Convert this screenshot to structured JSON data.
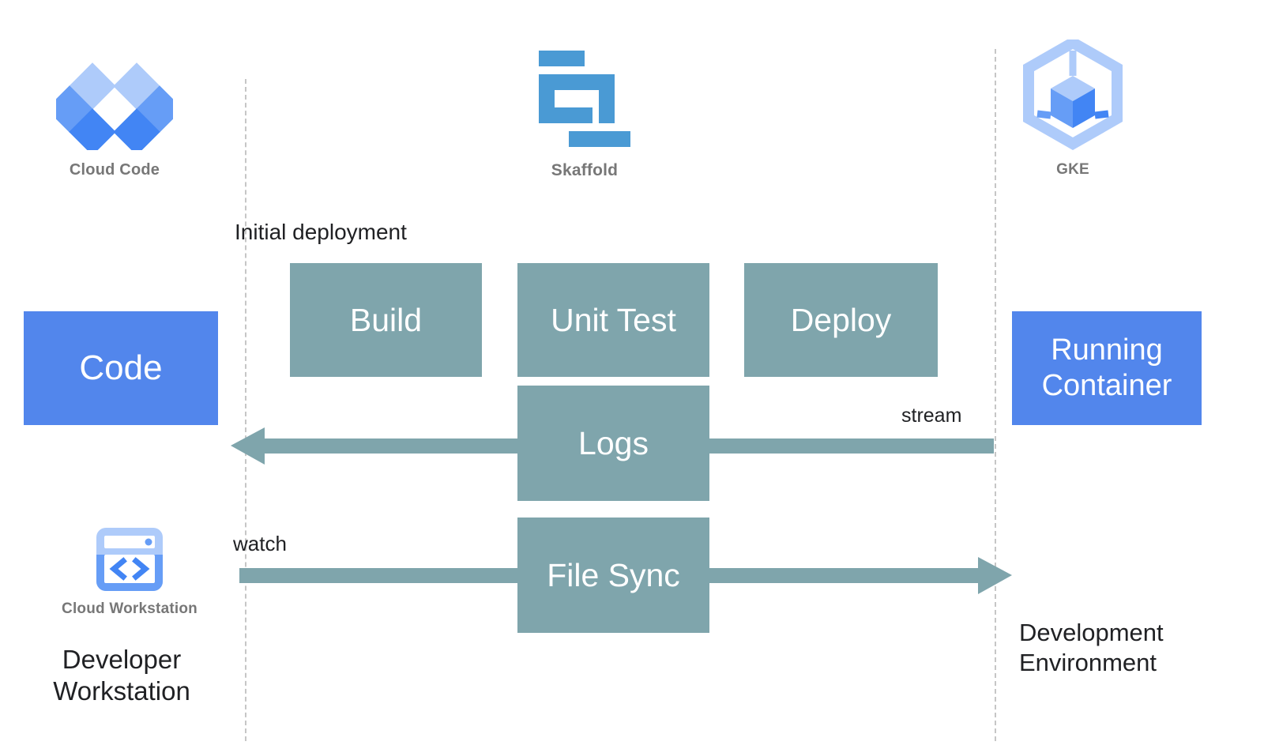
{
  "diagram": {
    "title": "Cloud Code / Skaffold / GKE development loop",
    "colors": {
      "blue_box": "#5286EC",
      "teal_box": "#7FA5AC",
      "arrow": "#7FA5AC",
      "dashed_boundary": "#c6c6c6",
      "caption_gray": "#777777",
      "label_text": "#202124",
      "logo_blue_dark": "#4285F4",
      "logo_blue_mid": "#669DF6",
      "logo_blue_light": "#AECBFA",
      "skaffold_blue": "#4A9AD4"
    }
  },
  "logos": [
    {
      "id": "cloud-code",
      "icon": "cloud-code-icon",
      "caption": "Cloud Code"
    },
    {
      "id": "skaffold",
      "icon": "skaffold-icon",
      "caption": "Skaffold"
    },
    {
      "id": "gke",
      "icon": "gke-icon",
      "caption": "GKE"
    },
    {
      "id": "cloud-workstation",
      "icon": "cloud-workstation-icon",
      "caption": "Cloud Workstation"
    }
  ],
  "boxes": {
    "code": "Code",
    "build": "Build",
    "unit_test": "Unit Test",
    "deploy": "Deploy",
    "logs": "Logs",
    "file_sync": "File Sync",
    "running_container_line1": "Running",
    "running_container_line2": "Container"
  },
  "labels": {
    "initial_deployment": "Initial deployment",
    "stream": "stream",
    "watch": "watch",
    "developer_workstation_line1": "Developer",
    "developer_workstation_line2": "Workstation",
    "development_environment_line1": "Development",
    "development_environment_line2": "Environment"
  },
  "arrows": [
    {
      "id": "logs-arrow",
      "direction": "left",
      "label": "stream",
      "from": "Running Container",
      "to": "Code",
      "passes_through": "Logs"
    },
    {
      "id": "file-sync-arrow",
      "direction": "right",
      "label": "watch",
      "from": "Developer Workstation",
      "to": "Development Environment",
      "passes_through": "File Sync"
    }
  ],
  "boundaries": [
    {
      "id": "boundary-left",
      "kind": "dashed-vertical"
    },
    {
      "id": "boundary-right",
      "kind": "dashed-vertical"
    }
  ]
}
